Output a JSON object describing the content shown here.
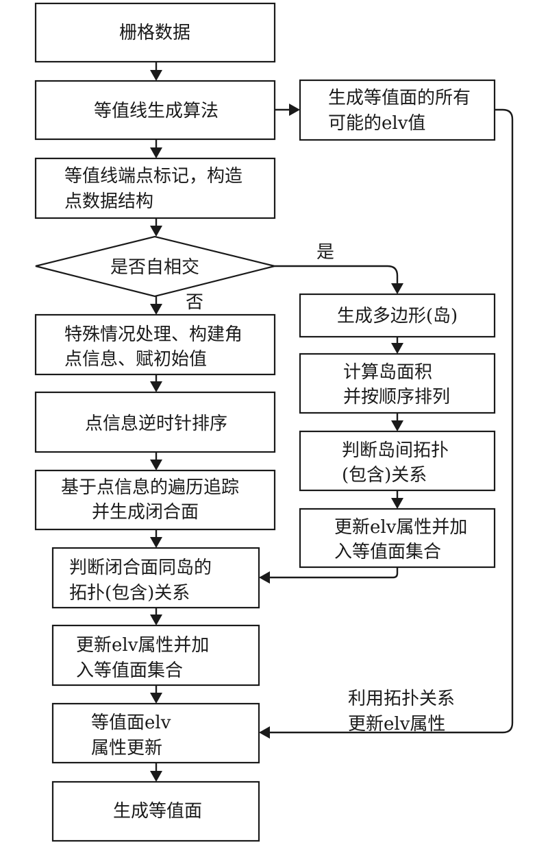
{
  "diagram": {
    "type": "flowchart",
    "left_column": [
      {
        "id": "raster-data",
        "lines": [
          "栅格数据"
        ]
      },
      {
        "id": "contour-algorithm",
        "lines": [
          "等值线生成算法"
        ]
      },
      {
        "id": "endpoint-marking",
        "lines": [
          "等值线端点标记，构造",
          "点数据结构"
        ]
      },
      {
        "id": "self-intersect-decision",
        "lines": [
          "是否自相交"
        ]
      },
      {
        "id": "special-case",
        "lines": [
          "特殊情况处理、构建角",
          "点信息、赋初始值"
        ]
      },
      {
        "id": "ccw-sort",
        "lines": [
          "点信息逆时针排序"
        ]
      },
      {
        "id": "traverse-trace",
        "lines": [
          "基于点信息的遍历追踪",
          "并生成闭合面"
        ]
      },
      {
        "id": "closed-island-topology",
        "lines": [
          "判断闭合面同岛的",
          "拓扑(包含)关系"
        ]
      },
      {
        "id": "update-elv-left",
        "lines": [
          "更新elv属性并加",
          "入等值面集合"
        ]
      },
      {
        "id": "isosurface-elv-update",
        "lines": [
          "等值面elv",
          "属性更新"
        ]
      },
      {
        "id": "generate-isosurface",
        "lines": [
          "生成等值面"
        ]
      }
    ],
    "right_column": [
      {
        "id": "all-elv-values",
        "lines": [
          "生成等值面的所有",
          "可能的elv值"
        ]
      },
      {
        "id": "generate-polygon",
        "lines": [
          "生成多边形(岛)"
        ]
      },
      {
        "id": "island-area",
        "lines": [
          "计算岛面积",
          "并按顺序排列"
        ]
      },
      {
        "id": "island-topology",
        "lines": [
          "判断岛间拓扑",
          "(包含)关系"
        ]
      },
      {
        "id": "update-elv-right",
        "lines": [
          "更新elv属性并加",
          "入等值面集合"
        ]
      }
    ],
    "edge_labels": {
      "yes": "是",
      "no": "否",
      "topology_update": [
        "利用拓扑关系",
        "更新elv属性"
      ]
    }
  }
}
